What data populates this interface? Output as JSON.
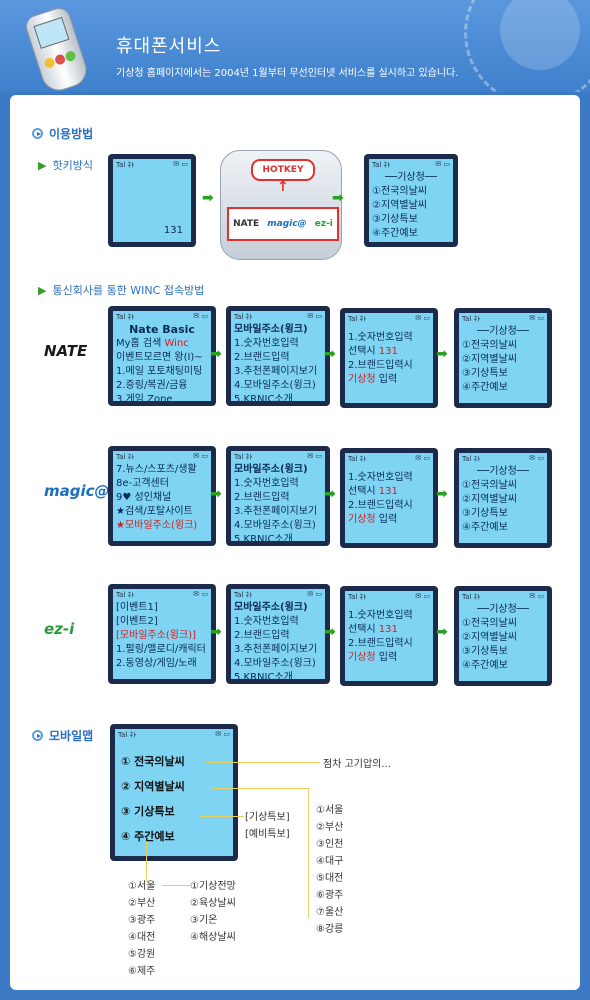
{
  "header": {
    "title": "휴대폰서비스",
    "subtitle": "기상청 홈페이지에서는 2004년 1월부터 무선인터넷 서비스를 실시하고 있습니다."
  },
  "sections": {
    "usage": "이용방법",
    "hotkey": "핫키방식",
    "winc": "통신회사를 통한 WINC 접속방법",
    "mobile_map": "모바일맵"
  },
  "status": {
    "left": "Tal ﾈﾄ",
    "right": "✉ ▭"
  },
  "hotkey_flow": {
    "screen1_number": "131",
    "hotkey_label": "HOTKEY",
    "carrier_logos": [
      "NATE",
      "magic@",
      "ez-i"
    ],
    "screen2": [
      "──기상청──",
      "①전국의날씨",
      "②지역별날씨",
      "③기상특보",
      "④주간예보"
    ]
  },
  "carriers": [
    {
      "logo": "NATE",
      "logo_color": "#1a1a1a",
      "screen1": [
        {
          "t": "Nate Basic",
          "c": "title"
        },
        {
          "t": "My홈 검색 ",
          "r": "Winc"
        },
        {
          "t": "이벤트모르면 왕(I)~"
        },
        {
          "t": "1.메일 포토채팅미팅"
        },
        {
          "t": "2.증링/복권/금융"
        },
        {
          "t": "3.게임 Zone"
        }
      ]
    },
    {
      "logo": "magic@",
      "logo_color": "#1a6fc0",
      "screen1": [
        {
          "t": "7.뉴스/스포츠/생활"
        },
        {
          "t": "8e-고객센터"
        },
        {
          "t": "9♥ 성인채널"
        },
        {
          "t": "★검색/포탈사이트"
        },
        {
          "t": "★모바일주소(윙크)",
          "c": "red"
        }
      ]
    },
    {
      "logo": "ez-i",
      "logo_color": "#2a9a3a",
      "screen1": [
        {
          "t": "[이벤트1]"
        },
        {
          "t": "[이벤트2]"
        },
        {
          "t": "[모바일주소(윙크)]",
          "c": "red"
        },
        {
          "t": "1.펄링/멜로디/캐릭터"
        },
        {
          "t": "2.동영상/게임/노래"
        }
      ]
    }
  ],
  "winc_screen2": [
    "모바일주소(윙크)",
    "1.숫자번호입력",
    "2.브랜드입력",
    "3.추천폰페이지보기",
    "4.모바일주소(윙크)",
    "5.KRNIC소개"
  ],
  "winc_screen3": [
    {
      "t": "1.숫자번호입력"
    },
    {
      "t": " 선택시 ",
      "r": "131"
    },
    {
      "t": "2.브랜드입력시"
    },
    {
      "t": " ",
      "r": "기상청",
      "a": " 입력"
    }
  ],
  "winc_screen4": [
    "──기상청──",
    "①전국의날씨",
    "②지역별날씨",
    "③기상특보",
    "④주간예보"
  ],
  "mobile_map": {
    "menu": [
      "① 전국의날씨",
      "② 지역별날씨",
      "③ 기상특보",
      "④ 주간예보"
    ],
    "national_note": "점차 고기압의...",
    "special_types": [
      "[기상특보]",
      "[예비특보]"
    ],
    "regions": [
      "①서울",
      "②부산",
      "③인천",
      "④대구",
      "⑤대전",
      "⑥광주",
      "⑦울산",
      "⑧강릉"
    ],
    "weekly_regions": [
      "①서울",
      "②부산",
      "③광주",
      "④대전",
      "⑤강원",
      "⑥제주"
    ],
    "weekly_items": [
      "①기상전망",
      "②육상날씨",
      "③기온",
      "④해상날씨"
    ]
  }
}
